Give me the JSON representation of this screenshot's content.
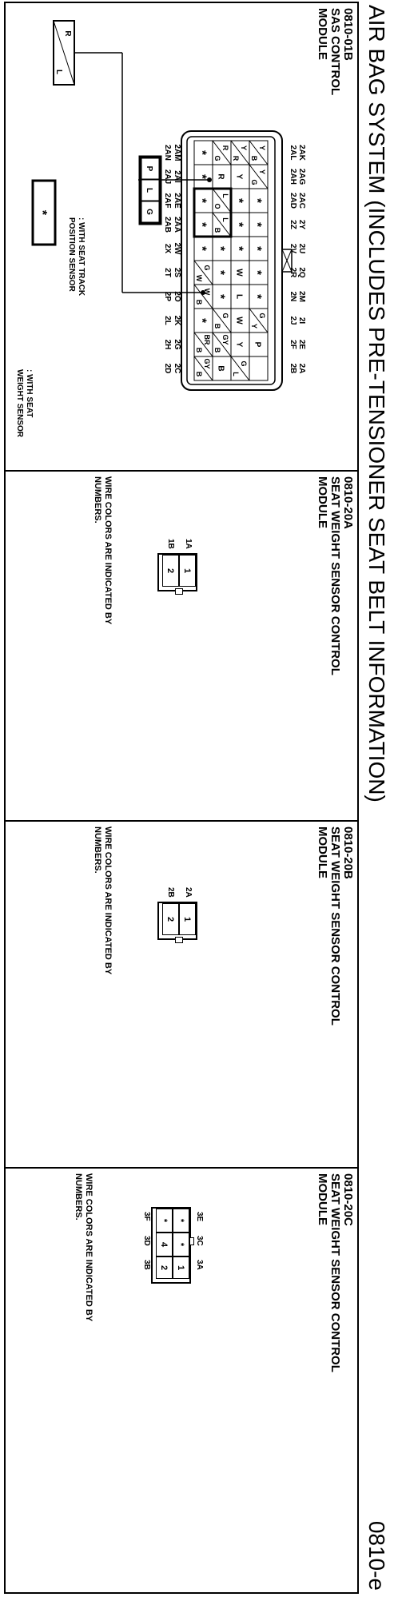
{
  "header": {
    "title": "AIR BAG SYSTEM (INCLUDES PRE-TENSIONER SEAT BELT INFORMATION)",
    "page_code": "0810-e"
  },
  "panels": [
    {
      "code": "0810-01B",
      "name_line1": "SAS CONTROL",
      "name_line2": "MODULE",
      "pin_rows": [
        [
          "2AK",
          "2AG",
          "2AC",
          "2Y",
          "2U",
          "2Q",
          "2M",
          "2I",
          "2E",
          "2A"
        ],
        [
          "2AL",
          "2AH",
          "2AD",
          "2Z",
          "2V",
          "2R",
          "2N",
          "2J",
          "2F",
          "2B"
        ],
        [
          "2AM",
          "2AI",
          "2AE",
          "2AA",
          "2W",
          "2S",
          "2O",
          "2K",
          "2G",
          "2C"
        ],
        [
          "2AN",
          "2AJ",
          "2AF",
          "2AB",
          "2X",
          "2T",
          "2P",
          "2L",
          "2H",
          "2D"
        ]
      ],
      "grid": [
        [
          "Y/B",
          "Y/G",
          "*",
          "*",
          "*",
          "*",
          "*",
          "G/Y",
          "P",
          ""
        ],
        [
          "Y/R",
          "Y",
          "*",
          "*",
          "*",
          "W",
          "L",
          "W",
          "Y",
          "G/L"
        ],
        [
          "R/G",
          "R",
          "L/O",
          "L/B",
          "*",
          "*",
          "*",
          "G/B",
          "GY/B",
          "B"
        ],
        [
          "*",
          "*",
          "*",
          "*",
          "*",
          "G/W",
          "W/B",
          "*",
          "BR/B",
          "GY/B"
        ]
      ],
      "seat_track_box": [
        "P",
        "L",
        "G"
      ],
      "seat_track_label_line1": ": WITH SEAT TRACK",
      "seat_track_label_line2": "POSITION SENSOR",
      "weight_box_top": [
        "R",
        "L"
      ],
      "weight_box_star": "*",
      "weight_label_line1": ": WITH SEAT",
      "weight_label_line2": "WEIGHT SENSOR"
    },
    {
      "code": "0810-20A",
      "name_line1": "SEAT WEIGHT SENSOR CONTROL",
      "name_line2": "MODULE",
      "note_line1": "WIRE COLORS ARE INDICATED BY",
      "note_line2": "NUMBERS.",
      "pins": [
        "1A",
        "1B"
      ],
      "cells": [
        "1",
        "2"
      ]
    },
    {
      "code": "0810-20B",
      "name_line1": "SEAT WEIGHT SENSOR CONTROL",
      "name_line2": "MODULE",
      "note_line1": "WIRE COLORS ARE INDICATED BY",
      "note_line2": "NUMBERS.",
      "pins": [
        "2A",
        "2B"
      ],
      "cells": [
        "1",
        "2"
      ]
    },
    {
      "code": "0810-20C",
      "name_line1": "SEAT WEIGHT SENSOR CONTROL",
      "name_line2": "MODULE",
      "note_line1": "WIRE COLORS ARE INDICATED BY",
      "note_line2": "NUMBERS.",
      "pins_top": [
        "3E",
        "3C",
        "3A"
      ],
      "pins_bottom": [
        "3F",
        "3D",
        "3B"
      ],
      "cells_top": [
        "*",
        "*",
        "1"
      ],
      "cells_bottom": [
        "*",
        "4",
        "2"
      ]
    }
  ]
}
